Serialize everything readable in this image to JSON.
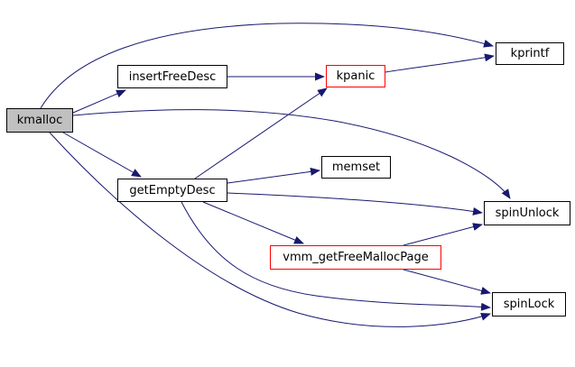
{
  "diagram": {
    "kind": "function-call-graph",
    "background_color": "#ffffff",
    "edge_color": "#191970",
    "highlight_fill": "#c0c0c0",
    "alert_border_color": "#ff0000",
    "nodes": [
      {
        "id": "kmalloc",
        "label": "kmalloc",
        "fill": "#c0c0c0",
        "border": "#000000",
        "highlighted": true
      },
      {
        "id": "insertFreeDesc",
        "label": "insertFreeDesc",
        "fill": "#ffffff",
        "border": "#000000",
        "highlighted": false
      },
      {
        "id": "kpanic",
        "label": "kpanic",
        "fill": "#ffffff",
        "border": "#ff0000",
        "highlighted": false
      },
      {
        "id": "kprintf",
        "label": "kprintf",
        "fill": "#ffffff",
        "border": "#000000",
        "highlighted": false
      },
      {
        "id": "memset",
        "label": "memset",
        "fill": "#ffffff",
        "border": "#000000",
        "highlighted": false
      },
      {
        "id": "getEmptyDesc",
        "label": "getEmptyDesc",
        "fill": "#ffffff",
        "border": "#000000",
        "highlighted": false
      },
      {
        "id": "spinUnlock",
        "label": "spinUnlock",
        "fill": "#ffffff",
        "border": "#000000",
        "highlighted": false
      },
      {
        "id": "vmm_getFreeMallocPage",
        "label": "vmm_getFreeMallocPage",
        "fill": "#ffffff",
        "border": "#ff0000",
        "highlighted": false
      },
      {
        "id": "spinLock",
        "label": "spinLock",
        "fill": "#ffffff",
        "border": "#000000",
        "highlighted": false
      }
    ],
    "edges": [
      {
        "from": "kmalloc",
        "to": "kprintf"
      },
      {
        "from": "kmalloc",
        "to": "insertFreeDesc"
      },
      {
        "from": "kmalloc",
        "to": "getEmptyDesc"
      },
      {
        "from": "kmalloc",
        "to": "spinUnlock"
      },
      {
        "from": "kmalloc",
        "to": "spinLock"
      },
      {
        "from": "insertFreeDesc",
        "to": "kpanic"
      },
      {
        "from": "kpanic",
        "to": "kprintf"
      },
      {
        "from": "getEmptyDesc",
        "to": "kpanic"
      },
      {
        "from": "getEmptyDesc",
        "to": "memset"
      },
      {
        "from": "getEmptyDesc",
        "to": "spinUnlock"
      },
      {
        "from": "getEmptyDesc",
        "to": "vmm_getFreeMallocPage"
      },
      {
        "from": "getEmptyDesc",
        "to": "spinLock"
      },
      {
        "from": "vmm_getFreeMallocPage",
        "to": "spinUnlock"
      },
      {
        "from": "vmm_getFreeMallocPage",
        "to": "spinLock"
      }
    ]
  }
}
